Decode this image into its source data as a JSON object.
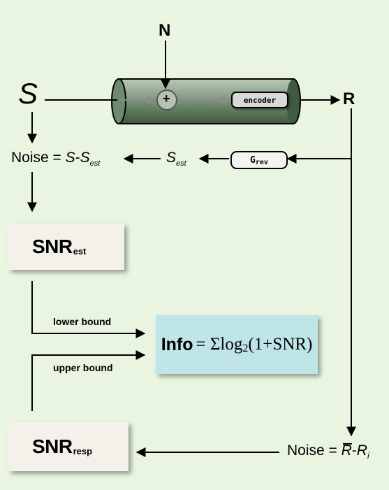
{
  "diagram": {
    "signal_label": "S",
    "noise_input_label": "N",
    "response_label": "R",
    "plus_symbol": "+",
    "encoder_label": "encoder",
    "grev_main": "G",
    "grev_sub": "rev",
    "sest_main": "S",
    "sest_sub": "est",
    "noise_left": {
      "prefix": "Noise = ",
      "s1": "S",
      "dash": "-",
      "s2": "S",
      "sub": "est"
    },
    "snr_est": {
      "main": "SNR",
      "sub": "est"
    },
    "snr_resp": {
      "main": "SNR",
      "sub": "resp"
    },
    "lower_bound_label": "lower bound",
    "upper_bound_label": "upper bound",
    "info": {
      "label": "Info",
      "eq_part1": "= Σlog",
      "eq_sub": "2",
      "eq_part2": "(1+SNR)"
    },
    "noise_right": {
      "prefix": "Noise = ",
      "rbar": "R",
      "dash": "-",
      "r": "R",
      "sub": "i"
    }
  }
}
